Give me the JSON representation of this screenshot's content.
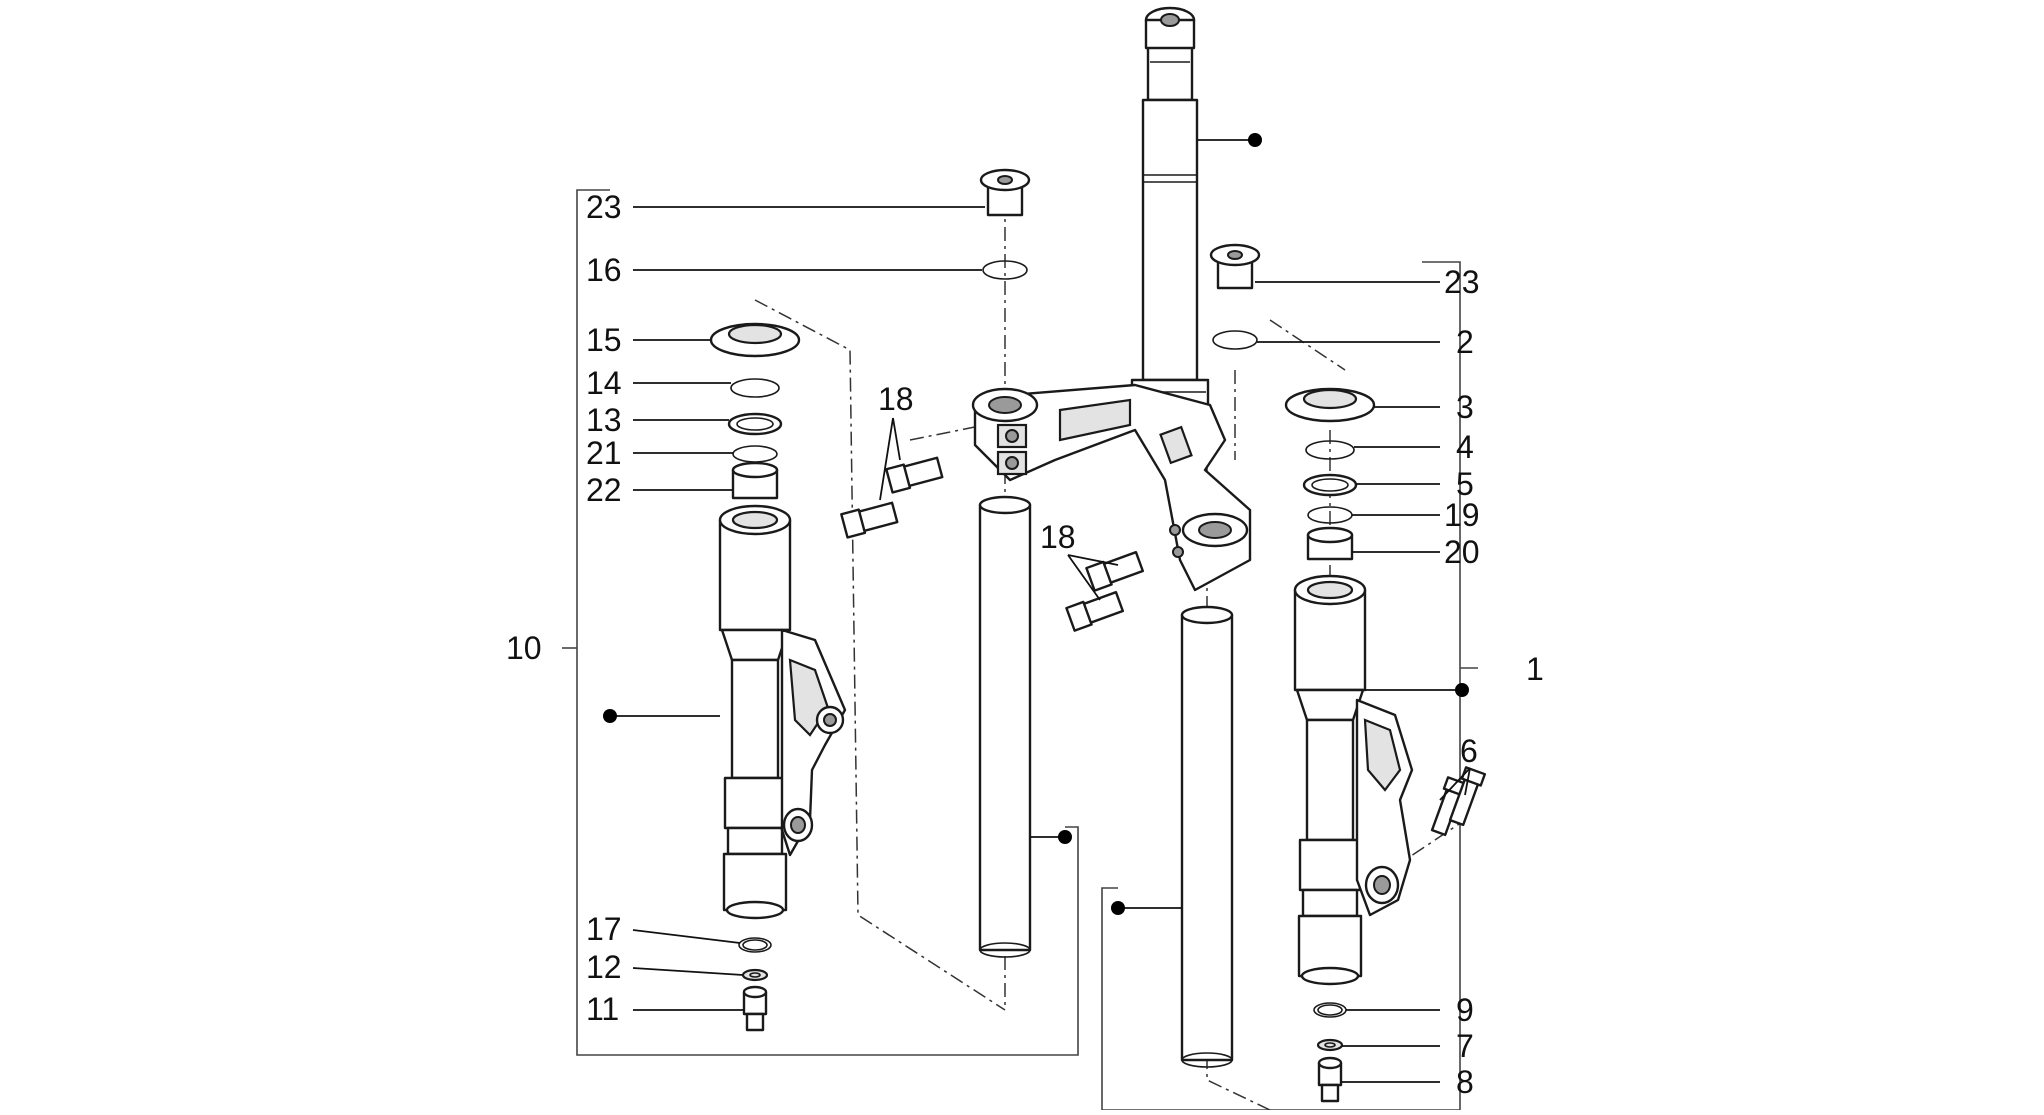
{
  "diagram": {
    "callouts": {
      "c23_left": "23",
      "c16": "16",
      "c15": "15",
      "c14": "14",
      "c13": "13",
      "c21": "21",
      "c22": "22",
      "c10": "10",
      "c17": "17",
      "c12": "12",
      "c11": "11",
      "c18_upper": "18",
      "c18_lower": "18",
      "c23_right": "23",
      "c2": "2",
      "c3": "3",
      "c4": "4",
      "c5": "5",
      "c19": "19",
      "c20": "20",
      "c1": "1",
      "c6": "6",
      "c9": "9",
      "c7": "7",
      "c8": "8"
    }
  }
}
